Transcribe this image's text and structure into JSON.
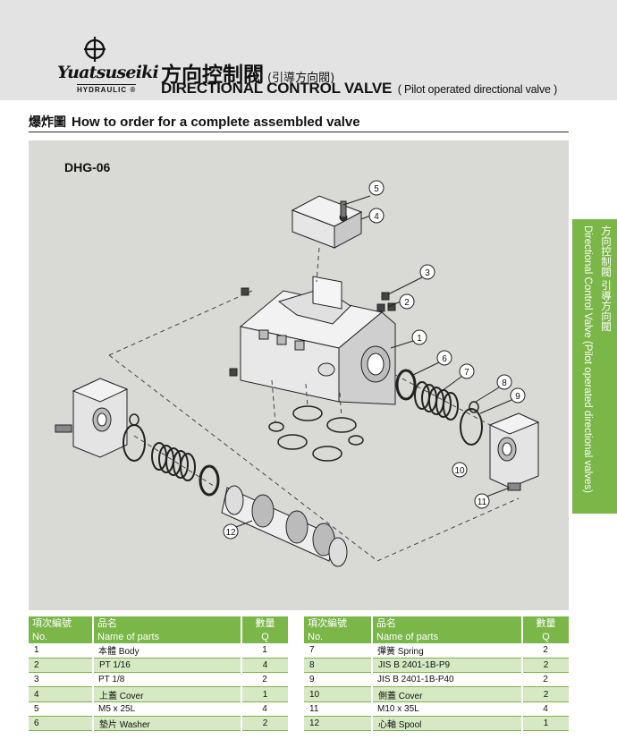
{
  "header": {
    "brand_name": "Yuatsuseiki",
    "brand_sub": "HYDRAULIC",
    "brand_mark": "®",
    "title_cn": "方向控制閥",
    "title_cn_sub": "(引導方向閥)",
    "title_en": "DIRECTIONAL CONTROL VALVE",
    "title_en_sub": "( Pilot operated directional valve )"
  },
  "section": {
    "title_cn": "爆炸圖",
    "title_en": "How to order for a complete assembled valve"
  },
  "diagram": {
    "model": "DHG-06",
    "callouts": [
      "1",
      "2",
      "3",
      "4",
      "5",
      "6",
      "7",
      "8",
      "9",
      "10",
      "11",
      "12"
    ]
  },
  "side_tab": {
    "line1": "方向控制閥 引導方向閥",
    "line2": "Directional Control Valve (Pilot operated directional valves)"
  },
  "table": {
    "col_no_cn": "項次編號",
    "col_no_en": "No.",
    "col_name_cn": "品名",
    "col_name_en": "Name of parts",
    "col_q_cn": "數量",
    "col_q_en": "Q",
    "left_rows": [
      {
        "no": "1",
        "name": "本體 Body",
        "q": "1"
      },
      {
        "no": "2",
        "name": "PT 1/16",
        "q": "4"
      },
      {
        "no": "3",
        "name": "PT 1/8",
        "q": "2"
      },
      {
        "no": "4",
        "name": "上蓋 Cover",
        "q": "1"
      },
      {
        "no": "5",
        "name": "M5 x 25L",
        "q": "4"
      },
      {
        "no": "6",
        "name": "墊片 Washer",
        "q": "2"
      }
    ],
    "right_rows": [
      {
        "no": "7",
        "name": "彈簧 Spring",
        "q": "2"
      },
      {
        "no": "8",
        "name": "JIS B 2401-1B-P9",
        "q": "2"
      },
      {
        "no": "9",
        "name": "JIS B 2401-1B-P40",
        "q": "2"
      },
      {
        "no": "10",
        "name": "側蓋 Cover",
        "q": "2"
      },
      {
        "no": "11",
        "name": "M10 x 35L",
        "q": "4"
      },
      {
        "no": "12",
        "name": "心軸 Spool",
        "q": "1"
      }
    ]
  },
  "colors": {
    "accent_green": "#7ab648",
    "row_shade": "#d6e9c4",
    "header_gray": "#e3e3e3",
    "diagram_bg": "#d9d9d6"
  }
}
